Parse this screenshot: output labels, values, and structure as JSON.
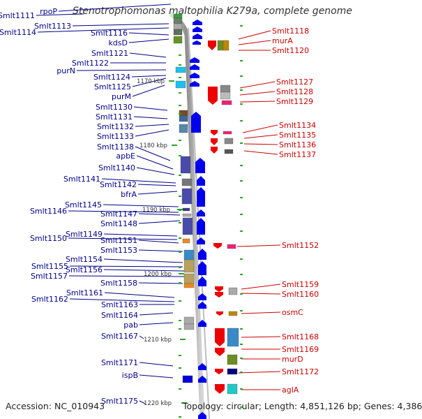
{
  "title": "Stenotrophomonas maltophilia K279a, complete genome",
  "footer": {
    "accession": "Accession: NC_010943",
    "summary": "Topology: circular; Length: 4,851,126 bp; Genes: 4,386"
  },
  "colors": {
    "left_label": "#00008b",
    "right_label": "#cc0000",
    "forward_arrow": "#0000ee",
    "reverse_arrow": "#ee0000",
    "tick_mark": "#22aa22",
    "backbone": "#999999"
  },
  "left_labels": [
    {
      "text": "Smlt1111"
    },
    {
      "text": "rpoP"
    },
    {
      "text": "Smlt1113"
    },
    {
      "text": "Smlt1114"
    },
    {
      "text": "Smlt1116"
    },
    {
      "text": "kdsD"
    },
    {
      "text": "Smlt1121"
    },
    {
      "text": "Smlt1122"
    },
    {
      "text": "purN"
    },
    {
      "text": "Smlt1124"
    },
    {
      "text": "Smlt1125"
    },
    {
      "text": "purM"
    },
    {
      "text": "Smlt1130"
    },
    {
      "text": "Smlt1131"
    },
    {
      "text": "Smlt1132"
    },
    {
      "text": "Smlt1133"
    },
    {
      "text": "Smlt1138"
    },
    {
      "text": "apbE"
    },
    {
      "text": "Smlt1140"
    },
    {
      "text": "Smlt1141"
    },
    {
      "text": "Smlt1142"
    },
    {
      "text": "bfrA"
    },
    {
      "text": "Smlt1145"
    },
    {
      "text": "Smlt1146"
    },
    {
      "text": "Smlt1147"
    },
    {
      "text": "Smlt1148"
    },
    {
      "text": "Smlt1149"
    },
    {
      "text": "Smlt1150"
    },
    {
      "text": "Smlt1151"
    },
    {
      "text": "Smlt1153"
    },
    {
      "text": "Smlt1154"
    },
    {
      "text": "Smlt1155"
    },
    {
      "text": "Smlt1156"
    },
    {
      "text": "Smlt1157"
    },
    {
      "text": "Smlt1158"
    },
    {
      "text": "Smlt1161"
    },
    {
      "text": "Smlt1162"
    },
    {
      "text": "Smlt1163"
    },
    {
      "text": "Smlt1164"
    },
    {
      "text": "pab"
    },
    {
      "text": "Smlt1167"
    },
    {
      "text": "Smlt1171"
    },
    {
      "text": "ispB"
    },
    {
      "text": "Smlt1175"
    }
  ],
  "right_labels": [
    {
      "text": "Smlt1118"
    },
    {
      "text": "murA"
    },
    {
      "text": "Smlt1120"
    },
    {
      "text": "Smlt1127"
    },
    {
      "text": "Smlt1128"
    },
    {
      "text": "Smlt1129"
    },
    {
      "text": "Smlt1134"
    },
    {
      "text": "Smlt1135"
    },
    {
      "text": "Smlt1136"
    },
    {
      "text": "Smlt1137"
    },
    {
      "text": "Smlt1152"
    },
    {
      "text": "Smlt1159"
    },
    {
      "text": "Smlt1160"
    },
    {
      "text": "osmC"
    },
    {
      "text": "Smlt1168"
    },
    {
      "text": "Smlt1169"
    },
    {
      "text": "murD"
    },
    {
      "text": "Smlt1172"
    },
    {
      "text": "aglA"
    }
  ],
  "kbp_ticks": [
    {
      "text": "1170 kbp"
    },
    {
      "text": "1180 kbp"
    },
    {
      "text": "1190 kbp"
    },
    {
      "text": "1200 kbp"
    },
    {
      "text": "1210 kbp"
    },
    {
      "text": "1220 kbp"
    }
  ]
}
